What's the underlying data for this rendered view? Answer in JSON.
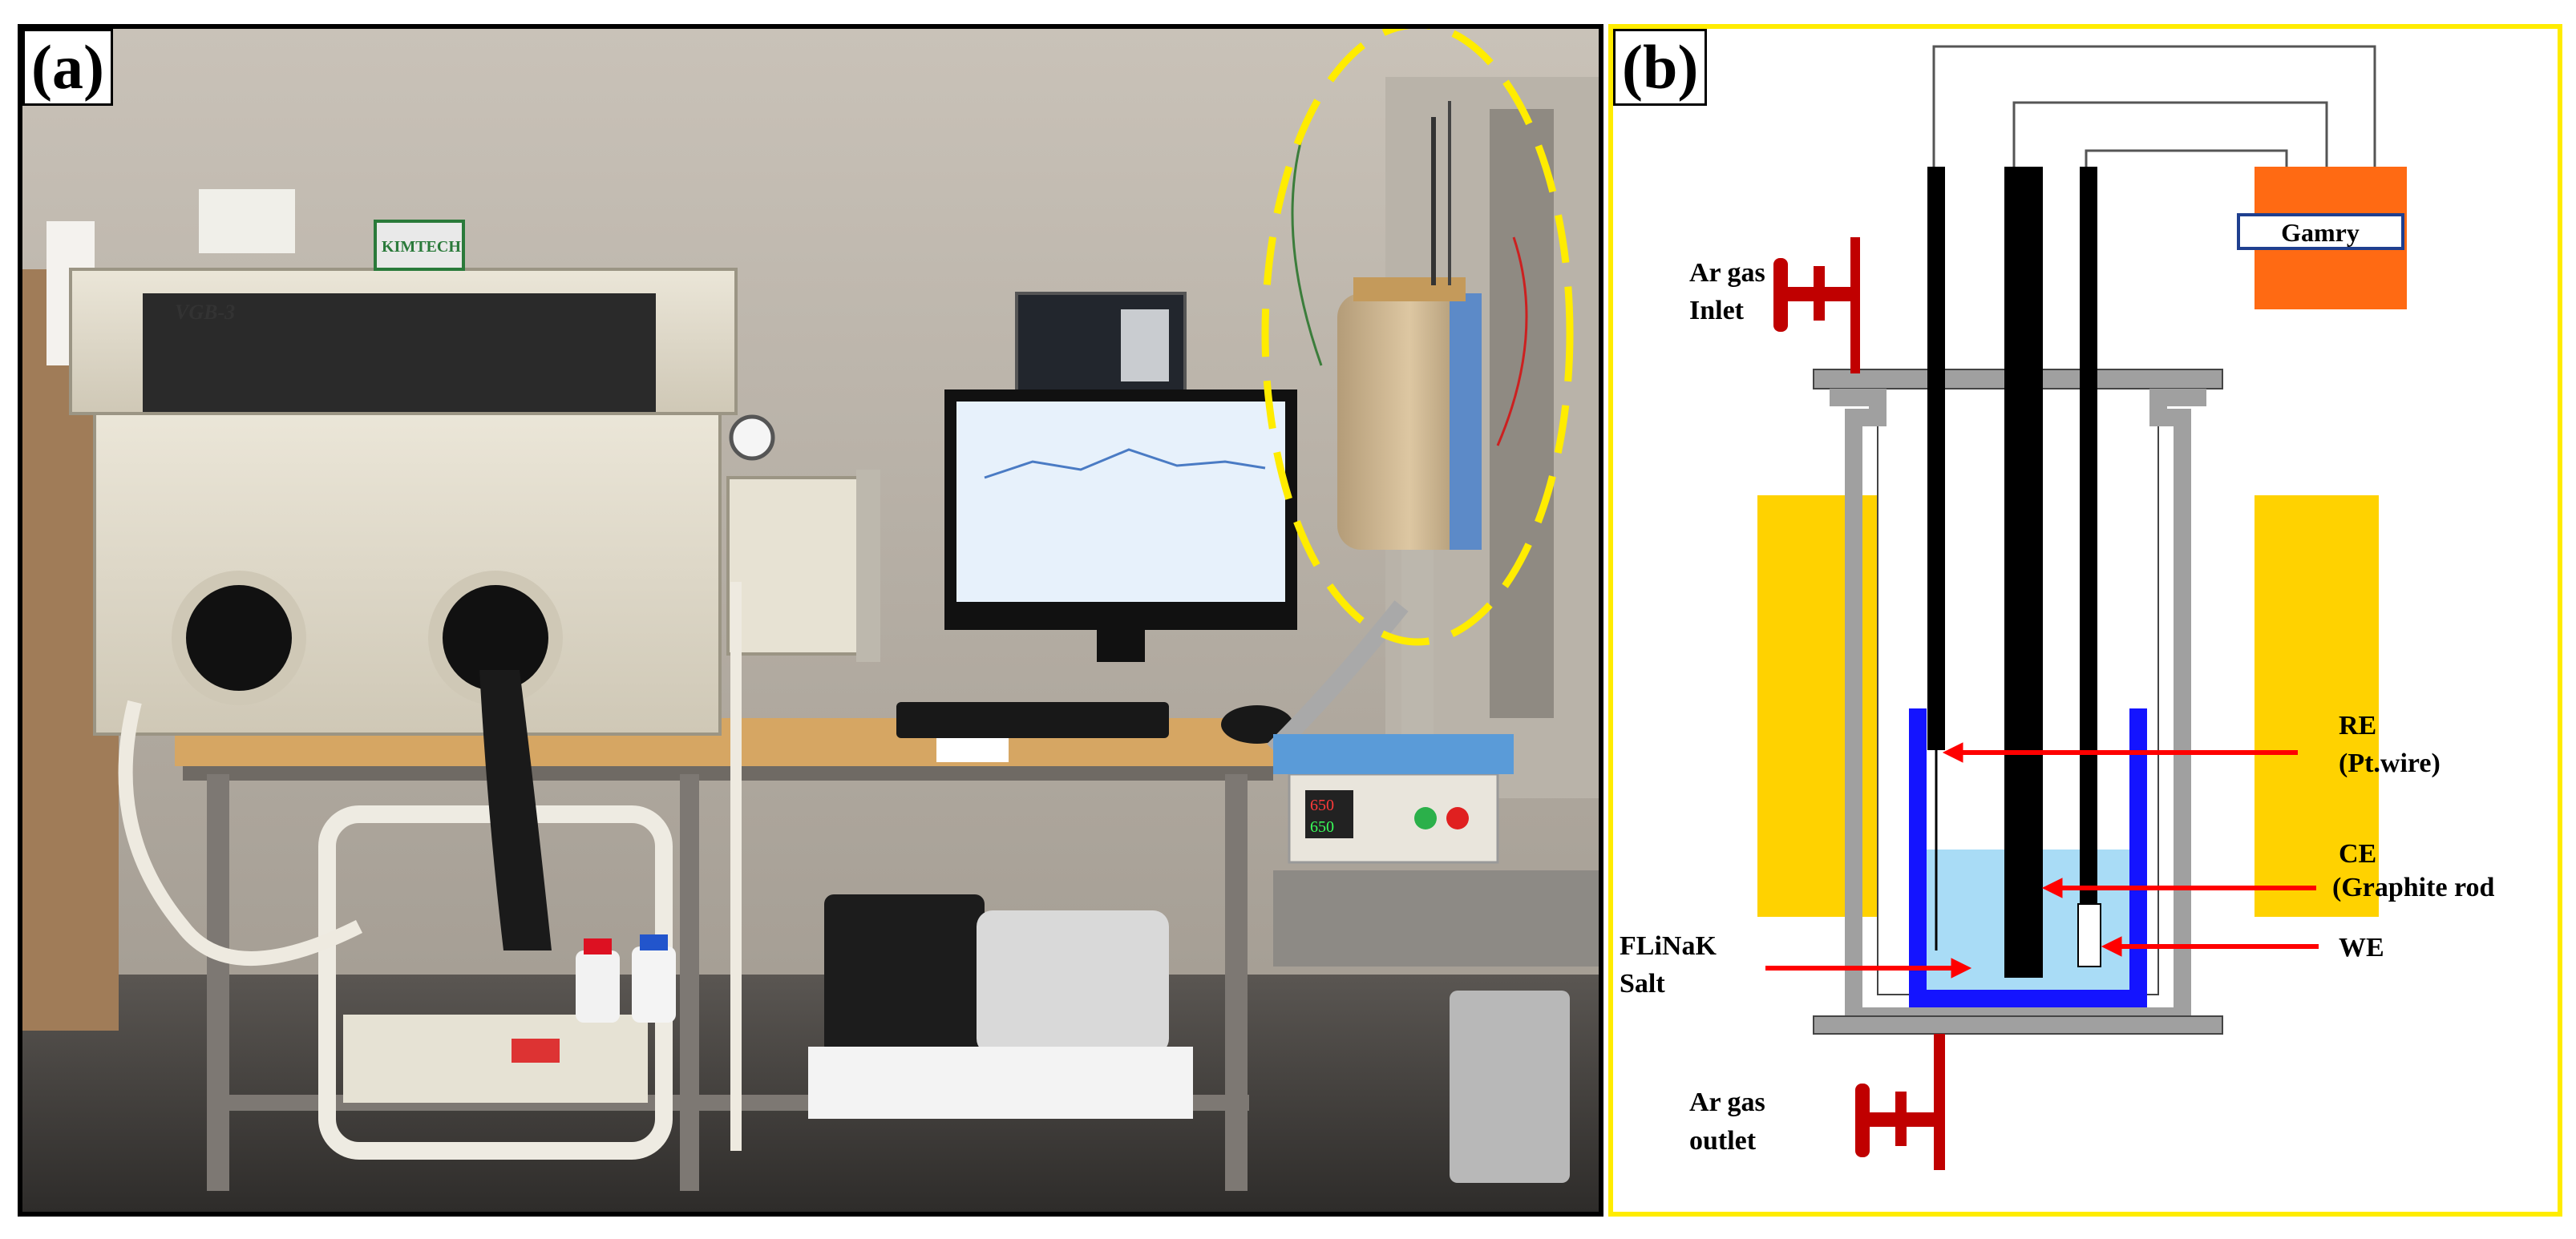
{
  "panels": {
    "a": {
      "label": "(a)"
    },
    "b": {
      "label": "(b)"
    }
  },
  "photo": {
    "glovebox_model": "VGB-3",
    "wipes_brand": "KIMTECH",
    "controller_display_top": "650",
    "controller_display_bottom": "650"
  },
  "schematic": {
    "instrument_label": "Gamry",
    "labels": {
      "ar_inlet_line1": "Ar gas",
      "ar_inlet_line2": "Inlet",
      "ar_outlet_line1": "Ar gas",
      "ar_outlet_line2": "outlet",
      "re_line1": "RE",
      "re_line2": "(Pt.wire)",
      "ce_line1": "CE",
      "ce_line2": "(Graphite rod",
      "we": "WE",
      "salt_line1": "FLiNaK",
      "salt_line2": "Salt"
    },
    "colors": {
      "heater": "#ffd200",
      "crucible": "#1414ff",
      "salt": "#a9dcf6",
      "vessel": "#a0a0a0",
      "arrow": "#ff0000",
      "valve": "#c00000",
      "gamry": "#ff6a13",
      "electrode": "#000000"
    }
  }
}
